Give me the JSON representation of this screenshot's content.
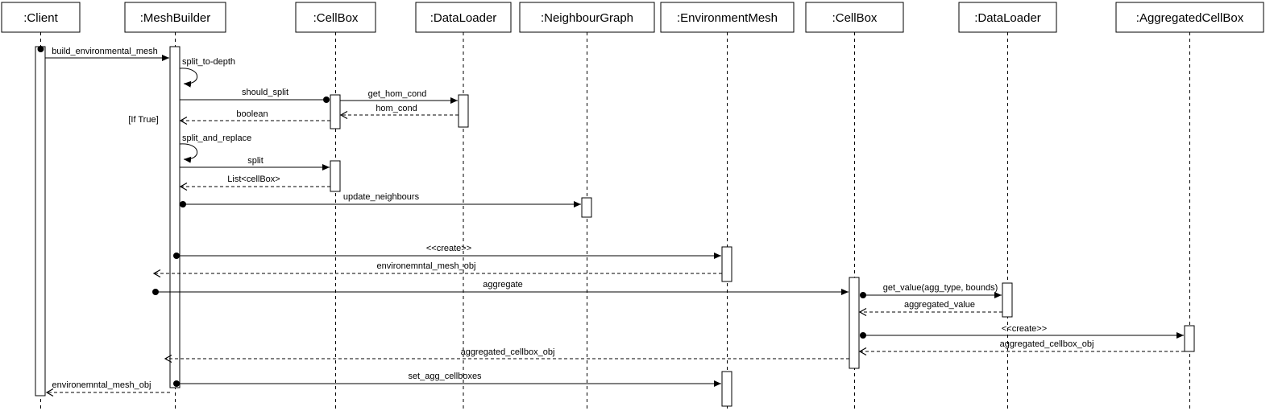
{
  "diagram_type": "uml-sequence-diagram",
  "colors": {
    "background": "#ffffff",
    "stroke": "#000000",
    "text": "#000000"
  },
  "participants": [
    {
      "name": ":Client"
    },
    {
      "name": ":MeshBuilder"
    },
    {
      "name": ":CellBox"
    },
    {
      "name": ":DataLoader"
    },
    {
      "name": ":NeighbourGraph"
    },
    {
      "name": ":EnvironmentMesh"
    },
    {
      "name": ":CellBox"
    },
    {
      "name": ":DataLoader"
    },
    {
      "name": ":AggregatedCellBox"
    }
  ],
  "guard": {
    "label": "[If True]"
  },
  "messages": [
    {
      "label": "build_environmental_mesh",
      "from": 0,
      "to": 1,
      "kind": "sync"
    },
    {
      "label": "split_to-depth",
      "from": 1,
      "to": 1,
      "kind": "self"
    },
    {
      "label": "should_split",
      "from": 1,
      "to": 2,
      "kind": "sync"
    },
    {
      "label": "get_hom_cond",
      "from": 2,
      "to": 3,
      "kind": "sync"
    },
    {
      "label": "hom_cond",
      "from": 3,
      "to": 2,
      "kind": "return"
    },
    {
      "label": "boolean",
      "from": 2,
      "to": 1,
      "kind": "return"
    },
    {
      "label": "split_and_replace",
      "from": 1,
      "to": 1,
      "kind": "self"
    },
    {
      "label": "split",
      "from": 1,
      "to": 2,
      "kind": "sync"
    },
    {
      "label": "List<cellBox>",
      "from": 2,
      "to": 1,
      "kind": "return"
    },
    {
      "label": "update_neighbours",
      "from": 1,
      "to": 4,
      "kind": "sync"
    },
    {
      "label": "<<create>>",
      "from": 1,
      "to": 5,
      "kind": "create"
    },
    {
      "label": "environemntal_mesh_obj",
      "from": 5,
      "to": 1,
      "kind": "return"
    },
    {
      "label": "aggregate",
      "from": 1,
      "to": 6,
      "kind": "sync"
    },
    {
      "label": "get_value(agg_type, bounds)",
      "from": 6,
      "to": 7,
      "kind": "sync"
    },
    {
      "label": "aggregated_value",
      "from": 7,
      "to": 6,
      "kind": "return"
    },
    {
      "label": "<<create>>",
      "from": 6,
      "to": 8,
      "kind": "create"
    },
    {
      "label": "aggregated_cellbox_obj",
      "from": 8,
      "to": 6,
      "kind": "return"
    },
    {
      "label": "aggregated_cellbox_obj",
      "from": 6,
      "to": 1,
      "kind": "return"
    },
    {
      "label": "set_agg_cellboxes",
      "from": 1,
      "to": 5,
      "kind": "sync"
    },
    {
      "label": "environemntal_mesh_obj",
      "from": 1,
      "to": 0,
      "kind": "return"
    }
  ]
}
